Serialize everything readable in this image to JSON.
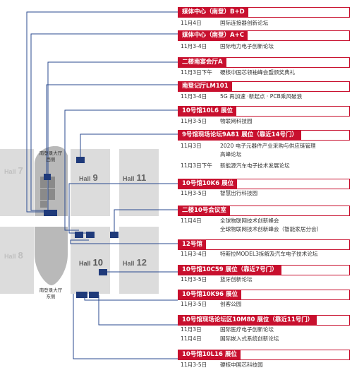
{
  "map": {
    "halls": [
      {
        "label": "Hall",
        "number": "7"
      },
      {
        "label": "Hall",
        "number": "9"
      },
      {
        "label": "Hall",
        "number": "11"
      },
      {
        "label": "Hall",
        "number": "8"
      },
      {
        "label": "Hall",
        "number": "10"
      },
      {
        "label": "Hall",
        "number": "12"
      }
    ],
    "lobbies": [
      {
        "line1": "南登录大厅",
        "line2": "西侧"
      },
      {
        "line1": "南登录大厅",
        "line2": "东侧"
      }
    ],
    "colors": {
      "accent": "#c8102e",
      "marker": "#1f3a7a",
      "connector": "#2a4a8f",
      "hall_fill": "#dcdcdc",
      "lobby_fill": "#b9b9b9"
    }
  },
  "entries": [
    {
      "header": "媒体中心（南登）B+D",
      "rows": [
        [
          "11月4日",
          "国际连接器创新论坛"
        ]
      ]
    },
    {
      "header": "媒体中心（南登）A+C",
      "rows": [
        [
          "11月3-4日",
          "国际电力电子创新论坛"
        ]
      ]
    },
    {
      "header": "二楼南宴会厅A",
      "rows": [
        [
          "11月3日下午",
          "硬核中国芯领袖峰会暨颁奖典礼"
        ]
      ]
    },
    {
      "header": "南登记厅LM101",
      "rows": [
        [
          "11月3-4日",
          "5G 再加速 ·新起点 · PCB乘风破浪"
        ]
      ]
    },
    {
      "header": "10号馆10L6 展位",
      "rows": [
        [
          "11月3-5日",
          "物联网科技园"
        ]
      ]
    },
    {
      "header": "9号馆现场论坛9A81 展位（靠近14号门）",
      "rows": [
        [
          "11月3日",
          "2020 电子元器件产业采购与供应链管理"
        ],
        [
          "",
          "高峰论坛"
        ],
        [
          "11月3日下午",
          "新能源汽车电子技术发展论坛"
        ]
      ]
    },
    {
      "header": "10号馆10K6 展位",
      "rows": [
        [
          "11月3-5日",
          "智慧出行科技园"
        ]
      ]
    },
    {
      "header": "二楼10号会议室",
      "rows": [
        [
          "11月4日",
          "全球物联网技术创新峰会"
        ],
        [
          "",
          "全球物联网技术创新峰会（智能家居分会）"
        ]
      ]
    },
    {
      "header": "12号馆",
      "rows": [
        [
          "11月3-4日",
          "特斯拉MODEL3拆解及汽车电子技术论坛"
        ]
      ]
    },
    {
      "header": "10号馆10C59 展位（靠近7号门）",
      "rows": [
        [
          "11月3-5日",
          "蓝牙创新论坛"
        ]
      ]
    },
    {
      "header": "10号馆10K96 展位",
      "rows": [
        [
          "11月3-5日",
          "创客公园"
        ]
      ]
    },
    {
      "header": "10号馆现场论坛区10M80 展位（靠近11号门）",
      "rows": [
        [
          "11月3日",
          "国际医疗电子创新论坛"
        ],
        [
          "11月4日",
          "国际嵌入式系统创新论坛"
        ]
      ]
    },
    {
      "header": "10号馆10L16 展位",
      "rows": [
        [
          "11月3-5日",
          "硬核中国芯科技园"
        ]
      ]
    }
  ]
}
